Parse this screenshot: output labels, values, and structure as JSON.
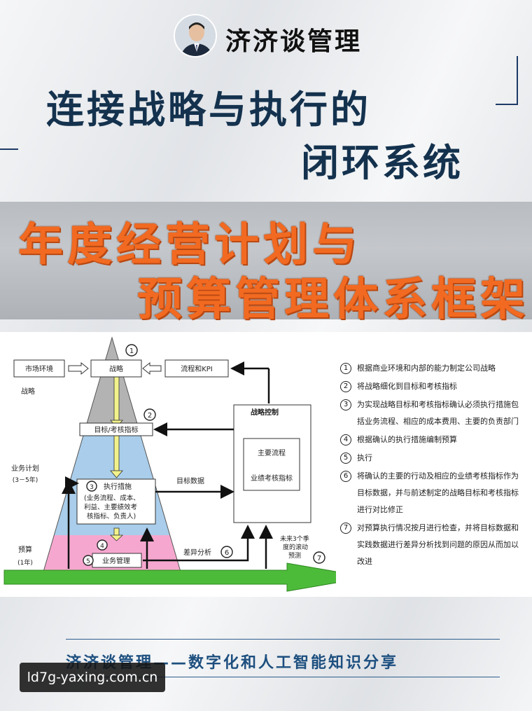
{
  "header": {
    "brand": "济济谈管理"
  },
  "title": {
    "line1": "连接战略与执行的",
    "line2": "闭环系统"
  },
  "banner": {
    "line1": "年度经营计划与",
    "line2": "预算管理体系框架"
  },
  "diagram": {
    "market_env": "市场环境",
    "strategy": "战略",
    "process_kpi": "流程和KPI",
    "strategy_label": "战略",
    "targets": "目标/考核指标",
    "business_plan": "业务计划",
    "business_plan_period": "(3－5年)",
    "exec_title": "执行措施",
    "exec_line1": "(业务流程、成本、",
    "exec_line2": "利益、主要绩效考",
    "exec_line3": "核指标、负责人)",
    "budget": "预算",
    "budget_period": "(1年)",
    "biz_mgmt": "业务管理",
    "target_data": "目标数据",
    "variance": "差异分析",
    "forecast_line1": "未来3个季",
    "forecast_line2": "度的滚动",
    "forecast_line3": "预测",
    "control_title": "战略控制",
    "main_process": "主要流程",
    "perf_indicator": "业绩考核指标",
    "nums": [
      "1",
      "2",
      "3",
      "4",
      "5",
      "6",
      "7"
    ]
  },
  "legend": [
    {
      "num": "1",
      "lines": [
        "根据商业环境和内部的能力制定公司战略"
      ]
    },
    {
      "num": "2",
      "lines": [
        "将战略细化到目标和考核指标"
      ]
    },
    {
      "num": "3",
      "lines": [
        "为实现战略目标和考核指标确认必须执行措施包",
        "括业务流程、相应的成本费用、主要的负责部门"
      ]
    },
    {
      "num": "4",
      "lines": [
        "根据确认的执行措施编制预算"
      ]
    },
    {
      "num": "5",
      "lines": [
        "执行"
      ]
    },
    {
      "num": "6",
      "lines": [
        "将确认的主要的行动及相应的业绩考核指标作为",
        "目标数据，并与前述制定的战略目标和考核指标",
        "进行对比修正"
      ]
    },
    {
      "num": "7",
      "lines": [
        "对预算执行情况按月进行检查，并将目标数据和",
        "实践数据进行差异分析找到问题的原因从而加以",
        "改进"
      ]
    }
  ],
  "footer": {
    "slogan": "济济谈管理——数字化和人工智能知识分享",
    "watermark": "ld7g-yaxing.com.cn"
  },
  "colors": {
    "title": "#14324e",
    "banner_text": "#f26a21",
    "pyramid_top": "#b3b3b3",
    "pyramid_mid": "#a9cdea",
    "pyramid_bottom": "#f6a7cf",
    "arrow_green": "#4dbb3a",
    "arrow_yellow": "#f2f28c"
  }
}
